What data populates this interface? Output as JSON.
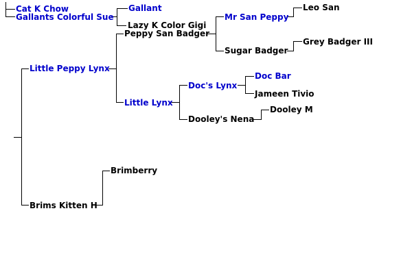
{
  "pedigree": {
    "sire": {
      "name": "Cat K Chow",
      "linked": true,
      "sire": {
        "name": "",
        "linked": false
      },
      "dam": {
        "name": "Gallants Colorful Sue",
        "linked": true,
        "sire": {
          "name": "Gallant",
          "linked": true
        },
        "dam": {
          "name": "Lazy K Color Gigi",
          "linked": false
        }
      }
    },
    "dam_line": {
      "sire": {
        "name": "Little Peppy Lynx",
        "linked": true,
        "sire": {
          "name": "Peppy San Badger",
          "linked": false,
          "sire": {
            "name": "Mr San Peppy",
            "linked": true,
            "sire": {
              "name": "Leo San",
              "linked": false
            }
          },
          "dam": {
            "name": "Sugar Badger",
            "linked": false,
            "sire": {
              "name": "Grey Badger III",
              "linked": false
            }
          }
        },
        "dam": {
          "name": "Little Lynx",
          "linked": true,
          "sire": {
            "name": "Doc's Lynx",
            "linked": true,
            "sire": {
              "name": "Doc Bar",
              "linked": true
            },
            "dam": {
              "name": "Jameen Tivio",
              "linked": false
            }
          },
          "dam": {
            "name": "Dooley's Nena",
            "linked": false,
            "sire": {
              "name": "Dooley M",
              "linked": false
            }
          }
        }
      },
      "dam": {
        "name": "Brims Kitten H",
        "linked": false,
        "sire": {
          "name": "Brimberry",
          "linked": false
        }
      }
    }
  },
  "colors": {
    "link": "#0000cc",
    "text": "#000000",
    "line": "#000000"
  }
}
